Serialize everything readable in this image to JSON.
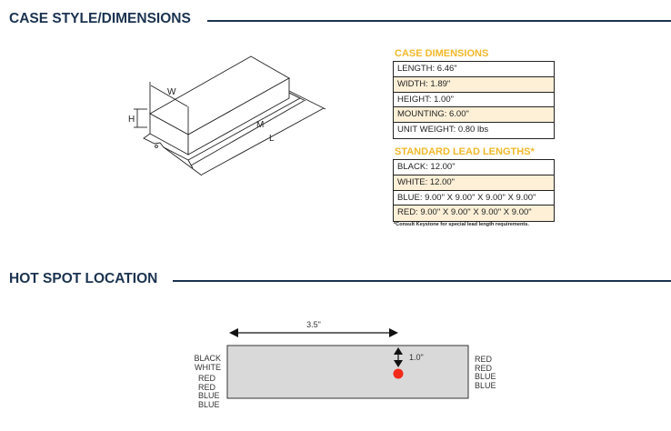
{
  "case_section": {
    "title": "CASE STYLE/DIMENSIONS"
  },
  "diagram_labels": {
    "w": "W",
    "h": "H",
    "m": "M",
    "l": "L"
  },
  "case_dimensions": {
    "heading": "CASE DIMENSIONS",
    "rows": [
      "LENGTH: 6.46\"",
      "WIDTH: 1.89\"",
      "HEIGHT: 1.00\"",
      "MOUNTING: 6.00\"",
      "UNIT WEIGHT: 0.80 lbs"
    ]
  },
  "lead_lengths": {
    "heading": "STANDARD LEAD LENGTHS*",
    "rows": [
      "BLACK: 12.00\"",
      "WHITE: 12.00\"",
      "BLUE: 9.00\" X 9.00\" X 9.00\" X 9.00\"",
      "RED: 9.00\" X 9.00\" X 9.00\" X 9.00\""
    ],
    "note": "*Consult Keystone for special lead length requirements."
  },
  "hot_spot": {
    "title": "HOT SPOT LOCATION",
    "horizontal_label": "3.5\"",
    "vertical_label": "1.0\"",
    "left_leads_top": [
      "BLACK",
      "WHITE"
    ],
    "left_leads_bottom": [
      "RED",
      "RED",
      "BLUE",
      "BLUE"
    ],
    "right_leads": [
      "RED",
      "RED",
      "BLUE",
      "BLUE"
    ],
    "dot_color": "#f22a1a"
  },
  "colors": {
    "title": "#1b3350",
    "accent": "#f1b828",
    "alt_row": "#fdf0d7"
  }
}
